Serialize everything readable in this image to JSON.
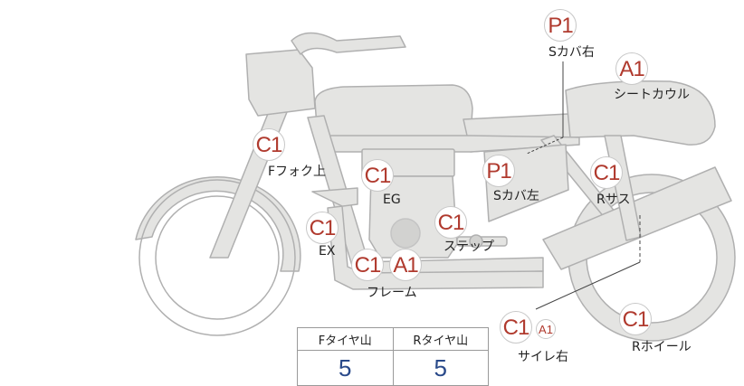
{
  "colors": {
    "grade_text": "#b03a2e",
    "tread_value": "#2a4a8a",
    "bike_fill": "#e4e4e2",
    "bike_stroke": "#b0b0b0"
  },
  "parts": [
    {
      "name": "s-cover-right",
      "grade": "P1",
      "label": "Sカバ右"
    },
    {
      "name": "seat-cowl",
      "grade": "A1",
      "label": "シートカウル"
    },
    {
      "name": "front-fork-upper",
      "grade": "C1",
      "label": "Fフォク上"
    },
    {
      "name": "engine",
      "grade": "C1",
      "label": "EG"
    },
    {
      "name": "s-cover-left",
      "grade": "P1",
      "label": "Sカバ左"
    },
    {
      "name": "rear-suspension",
      "grade": "C1",
      "label": "Rサス"
    },
    {
      "name": "exhaust",
      "grade": "C1",
      "label": "EX"
    },
    {
      "name": "step",
      "grade": "C1",
      "label": "ステップ"
    },
    {
      "name": "frame",
      "grades": [
        "C1",
        "A1"
      ],
      "label": "フレーム"
    },
    {
      "name": "silencer-right",
      "grades": [
        "C1",
        "A1"
      ],
      "label": "サイレ右"
    },
    {
      "name": "rear-wheel",
      "grade": "C1",
      "label": "Rホイール"
    }
  ],
  "tread": {
    "front_header": "Fタイヤ山",
    "rear_header": "Rタイヤ山",
    "front_value": "5",
    "rear_value": "5"
  }
}
